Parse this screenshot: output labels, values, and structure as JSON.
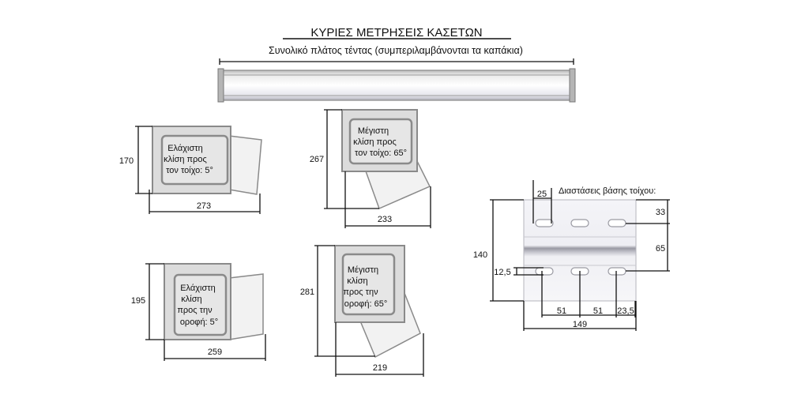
{
  "title": "ΚΥΡΙΕΣ ΜΕΤΡΗΣΕΙΣ ΚΑΣΕΤΩΝ",
  "total_width_label": "Συνολικό πλάτος τέντας (συμπεριλαμβάνονται τα καπάκια)",
  "wall_min": {
    "caption": [
      "Ελάχιστη",
      "κλίση προς",
      "τον τοίχο: 5°"
    ],
    "height": "170",
    "width": "273"
  },
  "wall_max": {
    "caption": [
      "Μέγιστη",
      "κλίση προς",
      "τον τοίχο: 65°"
    ],
    "height": "267",
    "width": "233"
  },
  "ceiling_min": {
    "caption": [
      "Ελάχιστη",
      "κλίση",
      "προς την",
      "οροφή: 5°"
    ],
    "height": "195",
    "width": "259"
  },
  "ceiling_max": {
    "caption": [
      "Μέγιστη",
      "κλίση",
      "προς την",
      "οροφή: 65°"
    ],
    "height": "281",
    "width": "219"
  },
  "wall_base": {
    "title": "Διαστάσεις βάσης τοίχου:",
    "dims": {
      "top_width": "25",
      "top_offset": "33",
      "height": "140",
      "hole_spacing_vertical": "65",
      "hole_height": "12,5",
      "hole_spacing_1": "51",
      "hole_spacing_2": "51",
      "edge_offset": "23,5",
      "total_width": "149"
    }
  }
}
